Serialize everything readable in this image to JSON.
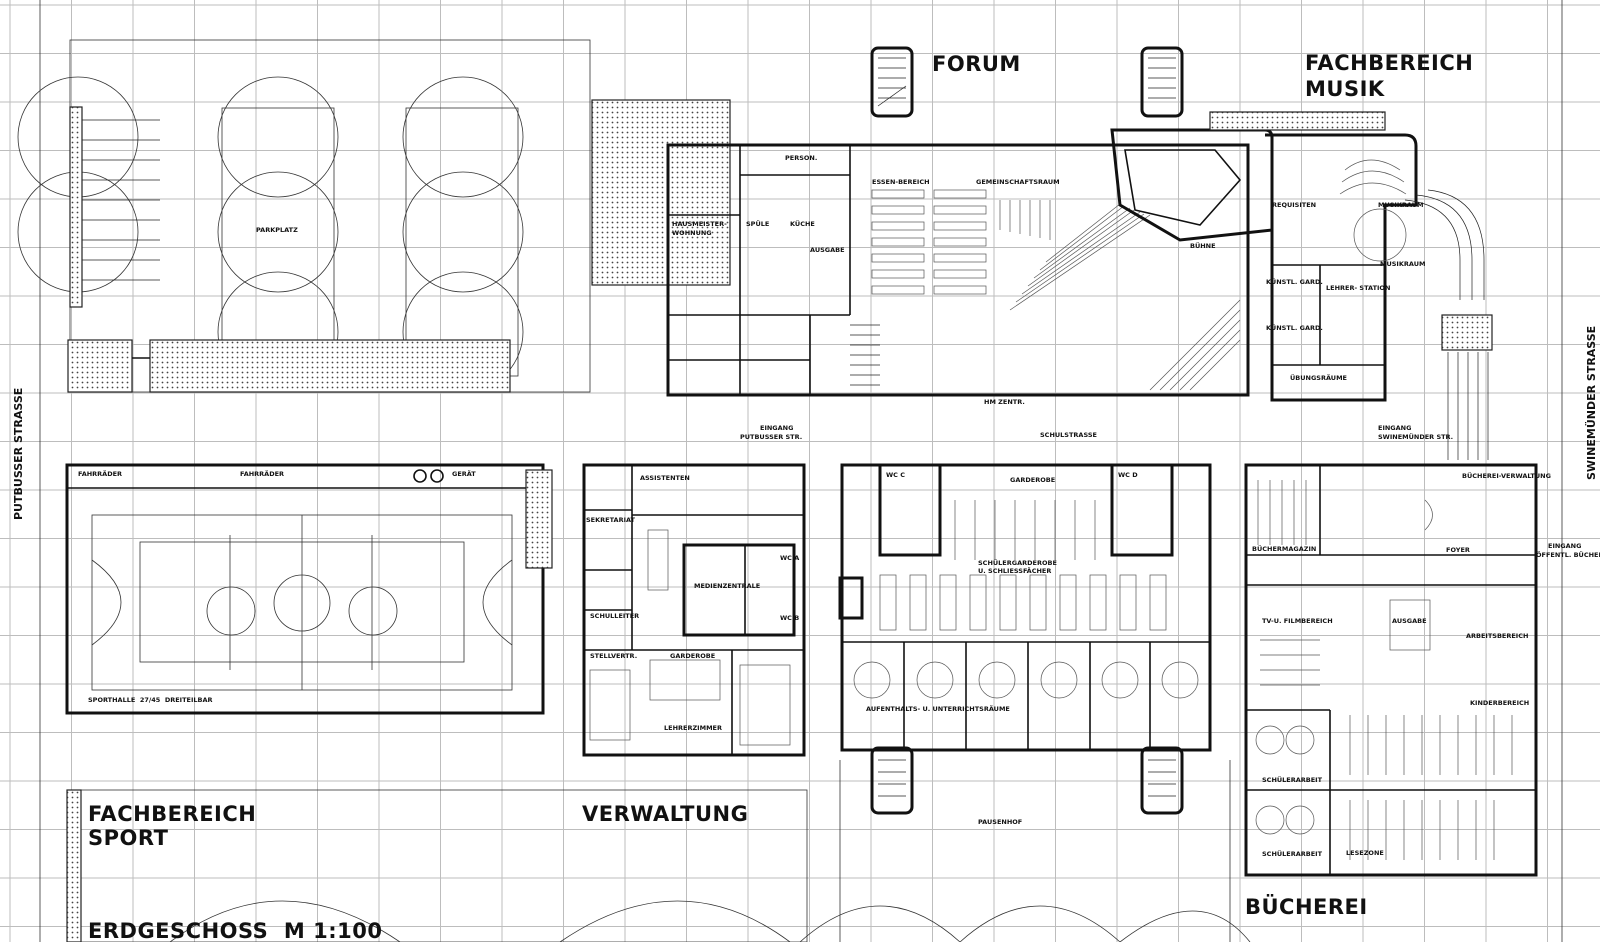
{
  "drawing": {
    "title": "ERDGESCHOSS  M 1:100",
    "sections": {
      "forum": "FORUM",
      "musik_line1": "FACHBEREICH",
      "musik_line2": "MUSIK",
      "sport_line1": "FACHBEREICH",
      "sport_line2": "SPORT",
      "verwaltung": "VERWALTUNG",
      "buecherei": "BÜCHEREI"
    },
    "streets": {
      "putbusser": "PUTBUSSER STRASSE",
      "swinemuender": "SWINEMÜNDER STRASSE"
    },
    "labels": {
      "parkplatz": "PARKPLATZ",
      "fahrraeder_1": "FAHRRÄDER",
      "fahrraeder_2": "FAHRRÄDER",
      "geraet": "GERÄT",
      "sporthalle": "SPORTHALLE  27/45  DREITEILBAR",
      "person": "PERSON.",
      "essenbereich": "ESSEN-BEREICH",
      "gemeinschaftsraum": "GEMEINSCHAFTSRAUM",
      "hausmeister_1": "HAUSMEISTER-",
      "hausmeister_2": "WOHNUNG",
      "spuele": "SPÜLE",
      "kueche": "KÜCHE",
      "ausgabe_1": "AUSGABE",
      "buehne": "BÜHNE",
      "requisiten": "REQUISITEN",
      "musikraum_1": "MUSIKRAUM",
      "musikraum_2": "MUSIKRAUM",
      "kuenstl_gard_1": "KÜNSTL. GARD.",
      "kuenstl_gard_2": "KÜNSTL. GARD.",
      "lehrerstation": "LEHRER- STATION",
      "uebungsraeume": "ÜBUNGSRÄUME",
      "hm_zentr": "HM ZENTR.",
      "eingang_putbusser_1": "EINGANG",
      "eingang_putbusser_2": "PUTBUSSER STR.",
      "eingang_swinemuender_1": "EINGANG",
      "eingang_swinemuender_2": "SWINEMÜNDER STR.",
      "schulstrasse": "SCHULSTRASSE",
      "assistenten": "ASSISTENTEN",
      "sekretariat": "SEKRETARIAT",
      "medienzentrale": "MEDIENZENTRALE",
      "schulleiter": "SCHULLEITER",
      "stellvertr": "STELLVERTR.",
      "garderobe_1": "GARDEROBE",
      "lehrerzimmer": "LEHRERZIMMER",
      "wc_a": "WC A",
      "wc_b": "WC B",
      "wc_c": "WC C",
      "wc_d": "WC D",
      "garderobe_2": "GARDEROBE",
      "schuelergarderobe_1": "SCHÜLERGARDEROBE",
      "schuelergarderobe_2": "U. SCHLIESSFÄCHER",
      "aufenthalts": "AUFENTHALTS- U. UNTERRICHTSRÄUME",
      "buechermagazin": "BÜCHERMAGAZIN",
      "foyer": "FOYER",
      "buecherei_verwaltung": "BÜCHEREI-VERWALTUNG",
      "eingang_buecherei_1": "EINGANG",
      "eingang_buecherei_2": "ÖFFENTL. BÜCHEREI",
      "tv_filmbereich": "TV-U. FILMBEREICH",
      "ausgabe_2": "AUSGABE",
      "arbeitsbereich": "ARBEITSBEREICH",
      "kinderbereich": "KINDERBEREICH",
      "schuelerarbeit_1": "SCHÜLERARBEIT",
      "schuelerarbeit_2": "SCHÜLERARBEIT",
      "lesezone": "LESEZONE",
      "pausenhof": "PAUSENHOF"
    }
  }
}
